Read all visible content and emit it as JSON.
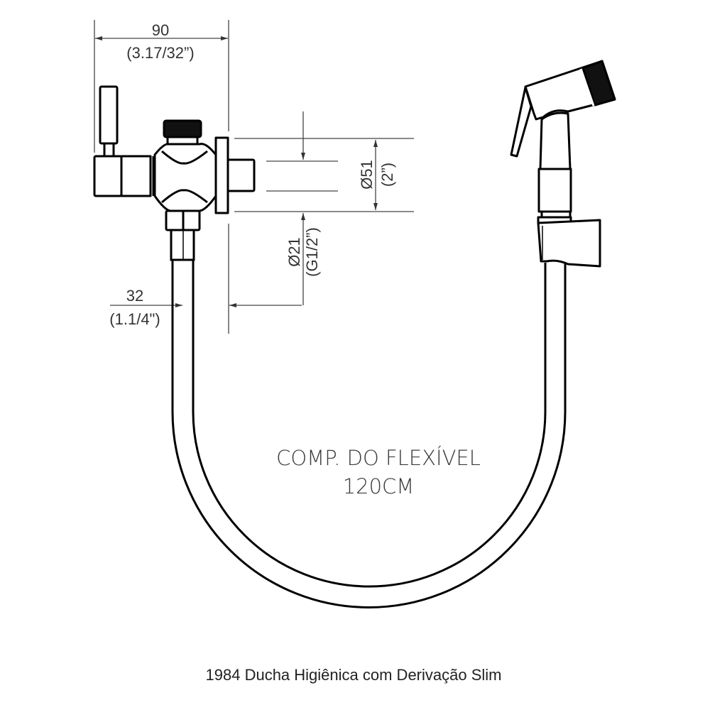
{
  "dimensions": {
    "width_mm": "90",
    "width_in": "(3.17/32”)",
    "flange_diameter_mm": "Ø51",
    "flange_diameter_in": "(2”)",
    "thread_diameter_mm": "Ø21",
    "thread_diameter_in": "(G1/2”)",
    "offset_mm": "32",
    "offset_in": "(1.1/4\")"
  },
  "hose_label": {
    "line1": "COMP. DO FLEXÍVEL",
    "line2": "120CM"
  },
  "caption": "1984 Ducha Higiênica com Derivação Slim"
}
